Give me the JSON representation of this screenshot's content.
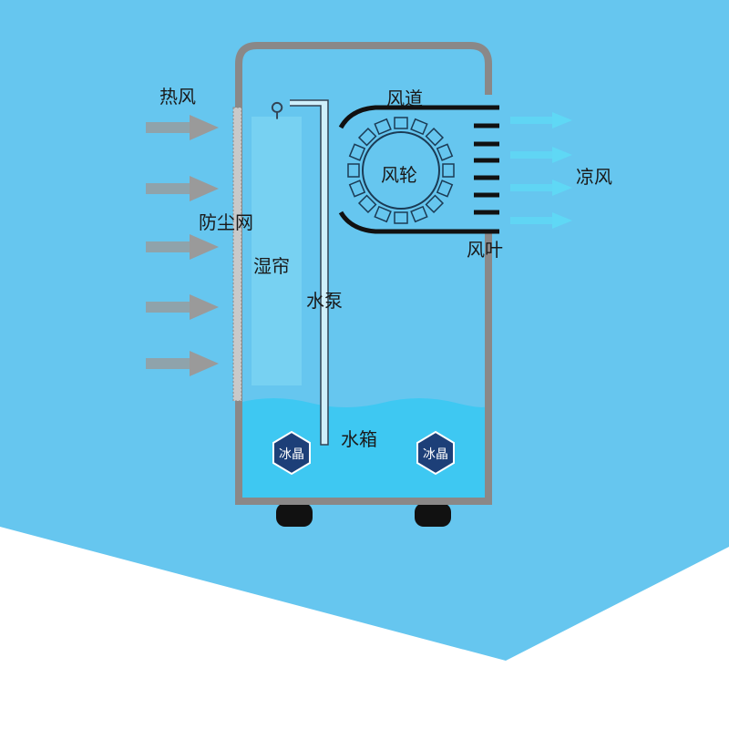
{
  "labels": {
    "hot_air": "热风",
    "dust_net": "防尘网",
    "wet_curtain": "湿帘",
    "water_pump": "水泵",
    "air_duct": "风道",
    "fan_wheel": "风轮",
    "cool_air": "凉风",
    "fan_blade": "风叶",
    "water_tank": "水箱",
    "ice_crystal_left": "冰晶",
    "ice_crystal_right": "冰晶"
  },
  "colors": {
    "background": "#66c6ef",
    "water": "#3ec8f2",
    "frame": "#8a8888",
    "arrow": "#9a9a9a",
    "cool_arrow": "#5fd8f5"
  }
}
